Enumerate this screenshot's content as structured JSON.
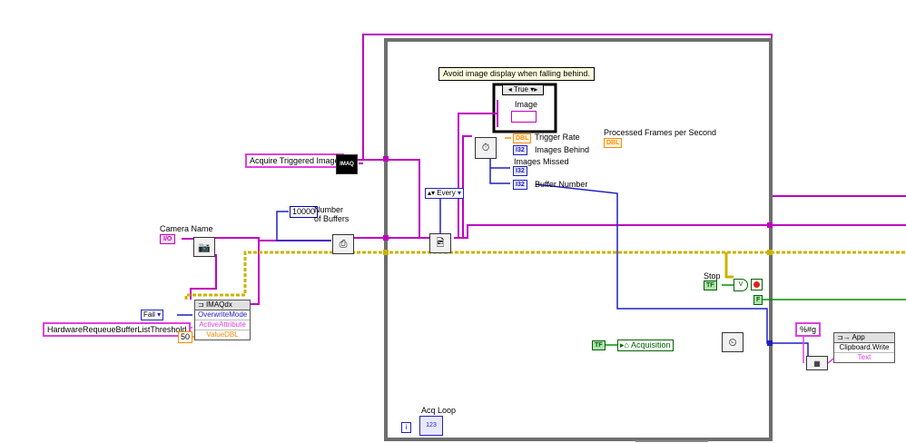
{
  "diagram": {
    "note": "Avoid image display when falling behind.",
    "case_selector": "True",
    "event_enum": "Every",
    "labels": {
      "image": "Image",
      "trigger_rate": "Trigger Rate",
      "images_behind": "Images Behind",
      "images_missed": "Images Missed",
      "buffer_number": "Buffer Number",
      "processed_fps": "Processed Frames per Second",
      "camera_name": "Camera Name",
      "number_of_buffers_1": "Number",
      "number_of_buffers_2": "of Buffers",
      "stop": "Stop",
      "acq_loop": "Acq Loop"
    },
    "constants": {
      "acquire_triggered_image": "Acquire Triggered Image",
      "buffers": "10000",
      "fail": "Fail",
      "threshold_attr": "HardwareRequeueBufferListThreshold",
      "fifty": "50",
      "format": "%#g",
      "stop_value": "TF",
      "false_value": "F",
      "true_value": "TF",
      "acquisition": "Acquisition",
      "iteration": "i"
    },
    "type_tags": {
      "dbl": "DBL",
      "i32": "I32",
      "io": "I/O",
      "imaq": "IMAQ",
      "loop_count": "123"
    },
    "imaqdx_node": {
      "title": "IMAQdx",
      "rows": [
        "OverwriteMode",
        "ActiveAttribute",
        "ValueDBL"
      ]
    },
    "app_node": {
      "title": "App",
      "rows": [
        "Clipboard.Write",
        "Text"
      ]
    },
    "colors": {
      "wire_pink": "#c000c0",
      "wire_blue": "#2020c0",
      "wire_yellow": "#c8b400",
      "wire_green": "#009000",
      "loop_border": "#6e6e6e"
    }
  }
}
